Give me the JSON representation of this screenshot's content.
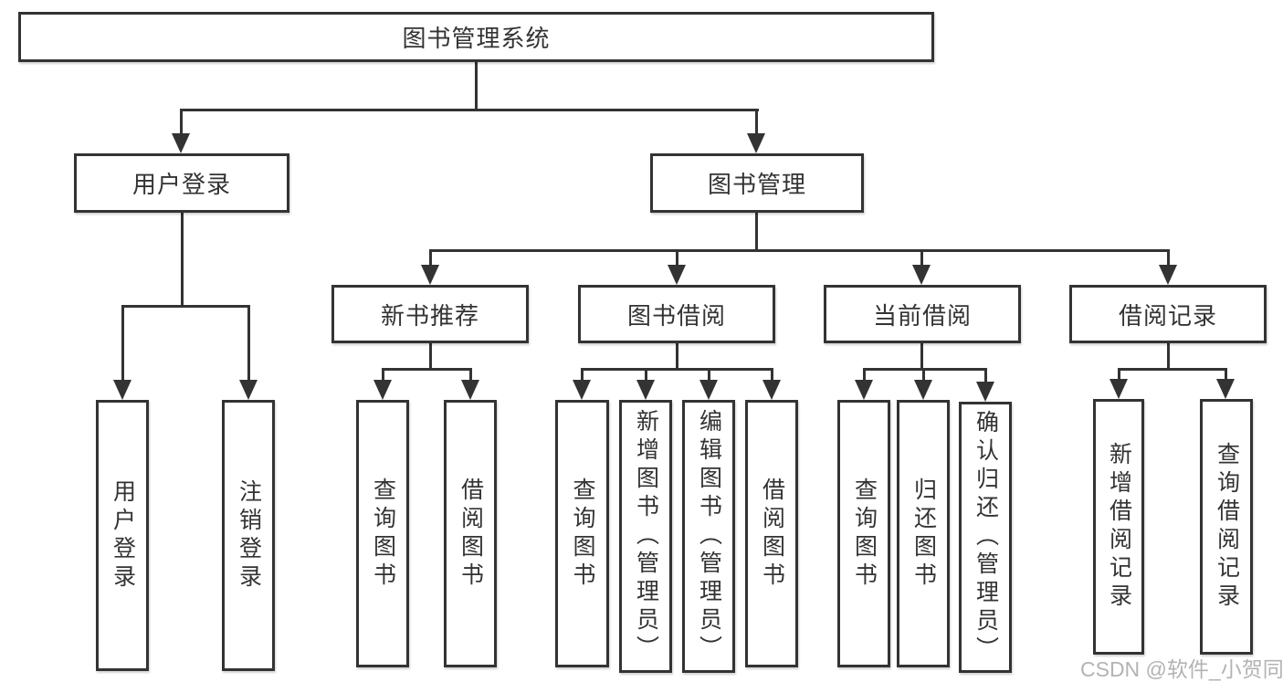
{
  "page": {
    "background": "#ffffff"
  },
  "colors": {
    "line": "#333333",
    "box_border": "#333333",
    "text": "#333333",
    "watermark": "#b3b3b3"
  },
  "watermark": "CSDN @软件_小贺同学",
  "nodes": {
    "root": {
      "label": "图书管理系统"
    },
    "user_login": {
      "label": "用户登录"
    },
    "book_mgmt": {
      "label": "图书管理"
    },
    "new_books": {
      "label": "新书推荐"
    },
    "book_borrow": {
      "label": "图书借阅"
    },
    "current_borrow": {
      "label": "当前借阅"
    },
    "borrow_records": {
      "label": "借阅记录"
    },
    "leaf_user_login": {
      "label": "用户登录"
    },
    "leaf_logout": {
      "label": "注销登录"
    },
    "nb_query_books": {
      "label": "查询图书"
    },
    "nb_borrow_books": {
      "label": "借阅图书"
    },
    "bb_query_books": {
      "label": "查询图书"
    },
    "bb_add_books": {
      "label": "新增图书（管理员）"
    },
    "bb_edit_books": {
      "label": "编辑图书（管理员）"
    },
    "bb_borrow_books": {
      "label": "借阅图书"
    },
    "cb_query_books": {
      "label": "查询图书"
    },
    "cb_return_books": {
      "label": "归还图书"
    },
    "cb_confirm_return": {
      "label": "确认归还（管理员）"
    },
    "br_add_record": {
      "label": "新增借阅记录"
    },
    "br_query_record": {
      "label": "查询借阅记录"
    }
  },
  "hierarchy": {
    "图书管理系统": [
      "用户登录",
      "图书管理"
    ],
    "用户登录": [
      "用户登录",
      "注销登录"
    ],
    "图书管理": [
      "新书推荐",
      "图书借阅",
      "当前借阅",
      "借阅记录"
    ],
    "新书推荐": [
      "查询图书",
      "借阅图书"
    ],
    "图书借阅": [
      "查询图书",
      "新增图书（管理员）",
      "编辑图书（管理员）",
      "借阅图书"
    ],
    "当前借阅": [
      "查询图书",
      "归还图书",
      "确认归还（管理员）"
    ],
    "借阅记录": [
      "新增借阅记录",
      "查询借阅记录"
    ]
  }
}
